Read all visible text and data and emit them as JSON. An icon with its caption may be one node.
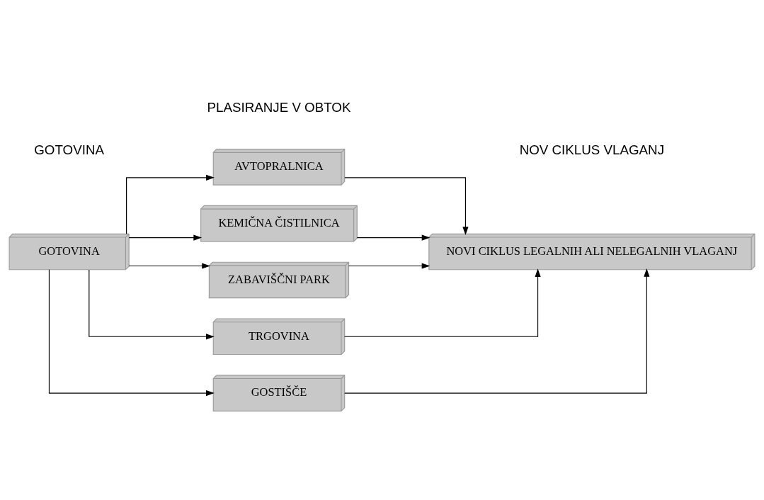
{
  "diagram": {
    "nodes": [
      {
        "text": [
          "GOTOVINA"
        ]
      },
      {
        "text": [
          "AVTOPRALNICA"
        ]
      },
      {
        "text": [
          "KEMIČNA ČISTILNICA"
        ]
      },
      {
        "text": [
          "ZABAVIŠČNI PARK"
        ]
      },
      {
        "text": [
          "TRGOVINA"
        ]
      },
      {
        "text": [
          "GOSTIŠČE"
        ]
      },
      {
        "text": [
          "NOVI CIKLUS LEGALNIH ALI NELEGALNIH VLAGANJ"
        ]
      }
    ],
    "edges": [
      {
        "from": 0,
        "to": 1,
        "arrow": "to"
      },
      {
        "from": 0,
        "to": 2,
        "arrow": "to"
      },
      {
        "from": 0,
        "to": 3,
        "arrow": "to"
      },
      {
        "from": 0,
        "to": 4,
        "arrow": "to"
      },
      {
        "from": 0,
        "to": 5,
        "arrow": "to"
      },
      {
        "from": 1,
        "to": 6,
        "arrow": "to"
      },
      {
        "from": 2,
        "to": 6,
        "arrow": "to"
      },
      {
        "from": 3,
        "to": 6,
        "arrow": "to"
      },
      {
        "from": 4,
        "to": 6,
        "arrow": "to"
      },
      {
        "from": 5,
        "to": 6,
        "arrow": "to"
      }
    ],
    "labels": [
      "GOTOVINA",
      "PLASIRANJE V OBTOK",
      "NOV CIKLUS VLAGANJ"
    ]
  }
}
